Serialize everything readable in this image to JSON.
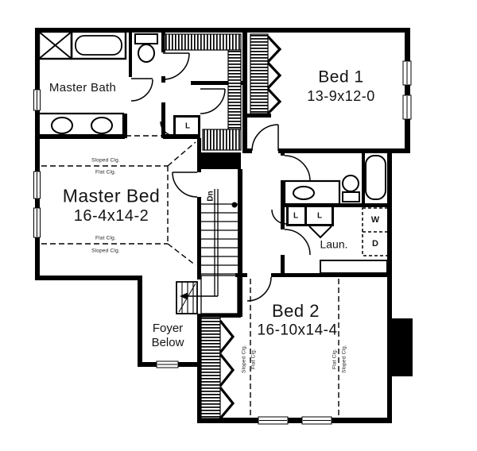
{
  "plan": {
    "rooms": {
      "master_bath": "Master Bath",
      "bed1_name": "Bed 1",
      "bed1_dims": "13-9x12-0",
      "master_bed_name": "Master Bed",
      "master_bed_dims": "16-4x14-2",
      "bed2_name": "Bed 2",
      "bed2_dims": "16-10x14-4",
      "laundry": "Laun.",
      "foyer": "Foyer\nBelow"
    },
    "annotations": {
      "down": "Dn",
      "linen": "L",
      "washer": "W",
      "dryer": "D",
      "sloped": "Sloped Clg.",
      "flat": "Flat Clg."
    },
    "icons": {
      "fixtures": [
        "shower-icon",
        "bathtub-icon",
        "toilet-icon",
        "sink-icon",
        "closet-rod-hatch",
        "stairs-icon",
        "washer-dryer-box"
      ]
    },
    "colors": {
      "ink": "#000000",
      "paper": "#ffffff"
    }
  }
}
